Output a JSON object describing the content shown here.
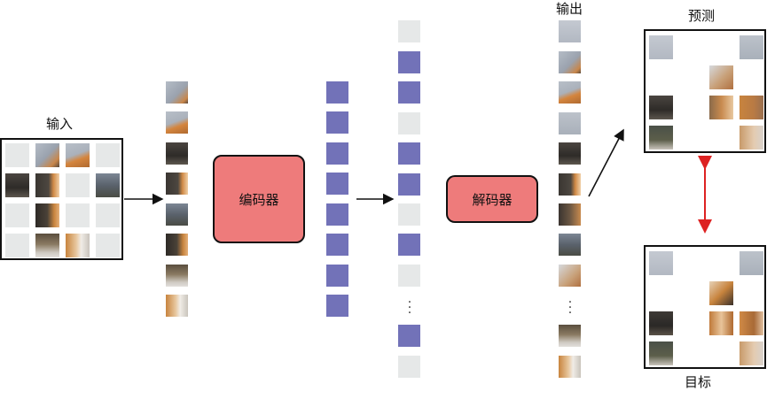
{
  "labels": {
    "input": "输入",
    "encoder": "编码器",
    "decoder": "解码器",
    "output": "输出",
    "prediction": "预测",
    "target": "目标"
  },
  "colors": {
    "masked": "#e6e8e8",
    "token": "#7272b8",
    "block": "#ee7b7b",
    "bidir_arrow": "#dd2222"
  },
  "icons": {
    "vertical_ellipsis": "vertical-ellipsis-icon"
  }
}
